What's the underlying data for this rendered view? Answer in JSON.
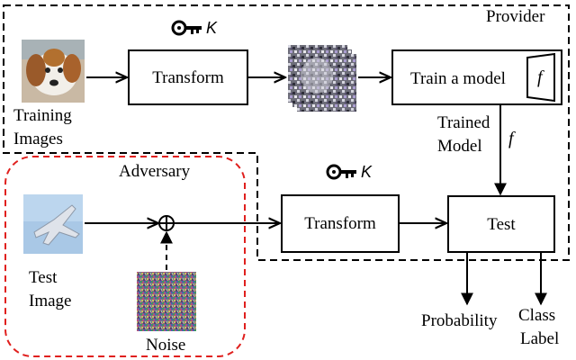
{
  "regions": {
    "provider": "Provider",
    "adversary": "Adversary"
  },
  "boxes": {
    "transform_top": "Transform",
    "train_model": "Train a model",
    "transform_bottom": "Transform",
    "test": "Test"
  },
  "labels": {
    "training_images_line1": "Training",
    "training_images_line2": "Images",
    "trained_model_line1": "Trained",
    "trained_model_line2": "Model",
    "f_symbol": "f",
    "key_symbol": "K",
    "test_image_line1": "Test",
    "test_image_line2": "Image",
    "noise": "Noise",
    "probability": "Probability",
    "class_label_line1": "Class",
    "class_label_line2": "Label"
  },
  "icons": [
    "key-icon",
    "dog-image",
    "transformed-image",
    "airplane-image",
    "noise-image",
    "adder-icon",
    "model-icon"
  ],
  "colors": {
    "adversary_border": "#e0201e"
  }
}
